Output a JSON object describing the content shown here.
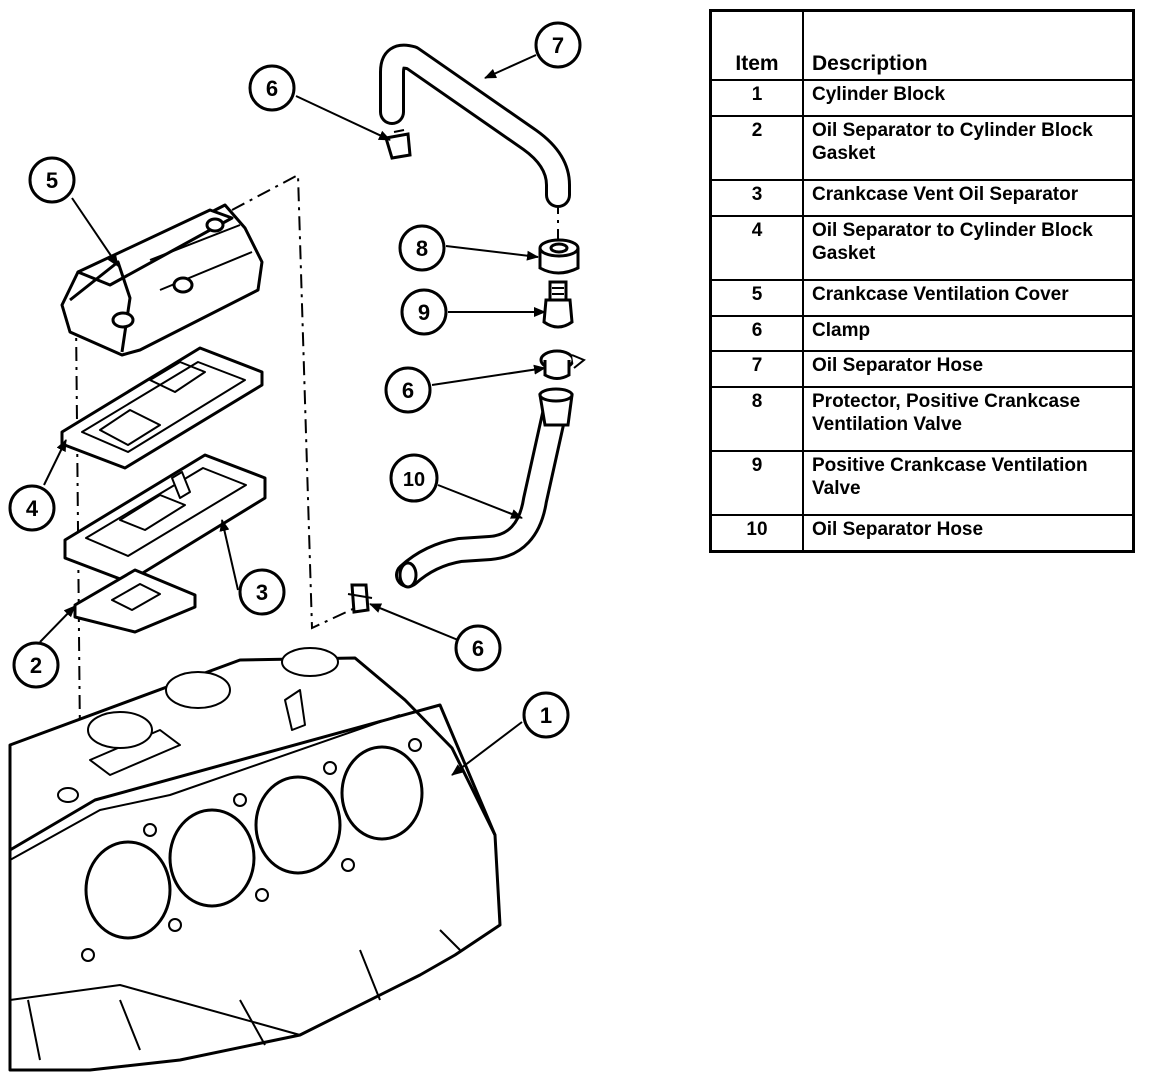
{
  "legend": {
    "header_item": "Item",
    "header_description": "Description",
    "rows": [
      {
        "item": "1",
        "description": "Cylinder Block"
      },
      {
        "item": "2",
        "description": "Oil Separator to Cylinder Block Gasket"
      },
      {
        "item": "3",
        "description": "Crankcase Vent Oil Separator"
      },
      {
        "item": "4",
        "description": "Oil Separator to Cylinder Block Gasket"
      },
      {
        "item": "5",
        "description": "Crankcase Ventilation Cover"
      },
      {
        "item": "6",
        "description": "Clamp"
      },
      {
        "item": "7",
        "description": "Oil Separator Hose"
      },
      {
        "item": "8",
        "description": "Protector, Positive Crankcase Ventilation Valve"
      },
      {
        "item": "9",
        "description": "Positive Crankcase Ventilation Valve"
      },
      {
        "item": "10",
        "description": "Oil Separator Hose"
      }
    ]
  },
  "callouts": {
    "c1": "1",
    "c2": "2",
    "c3": "3",
    "c4": "4",
    "c5": "5",
    "c6a": "6",
    "c6b": "6",
    "c6c": "6",
    "c7": "7",
    "c8": "8",
    "c9": "9",
    "c10": "10"
  }
}
